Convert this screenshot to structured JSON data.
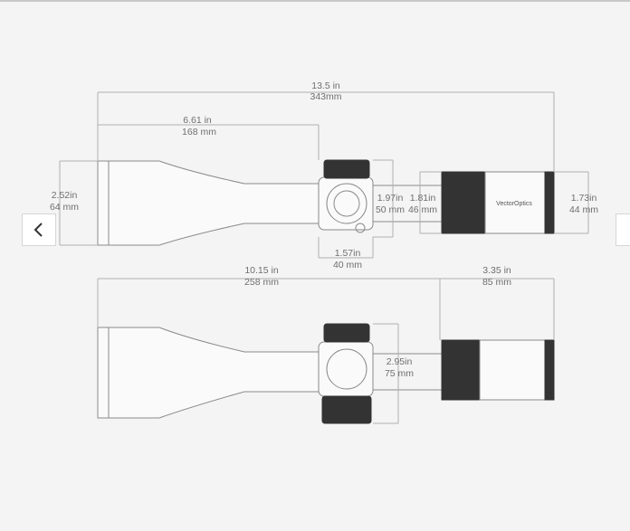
{
  "nav": {
    "prev_icon": "chevron-left-icon",
    "next_icon": "chevron-right-icon"
  },
  "top_view": {
    "overall_len_in": "13.5 in",
    "overall_len_mm": "343mm",
    "front_len_in": "6.61 in",
    "front_len_mm": "168 mm",
    "obj_dia_in": "2.52in",
    "obj_dia_mm": "64 mm",
    "turret_h_in": "1.97in",
    "turret_h_mm": "50 mm",
    "tube_dia_in": "1.81in",
    "tube_dia_mm": "46 mm",
    "ocular_dia_in": "1.73in",
    "ocular_dia_mm": "44 mm",
    "turret_w_in": "1.57in",
    "turret_w_mm": "40 mm",
    "brand": "VectorOptics"
  },
  "bottom_view": {
    "rear_len_in": "10.15 in",
    "rear_len_mm": "258 mm",
    "eyepiece_len_in": "3.35 in",
    "eyepiece_len_mm": "85 mm",
    "turret_total_in": "2.95in",
    "turret_total_mm": "75 mm"
  }
}
